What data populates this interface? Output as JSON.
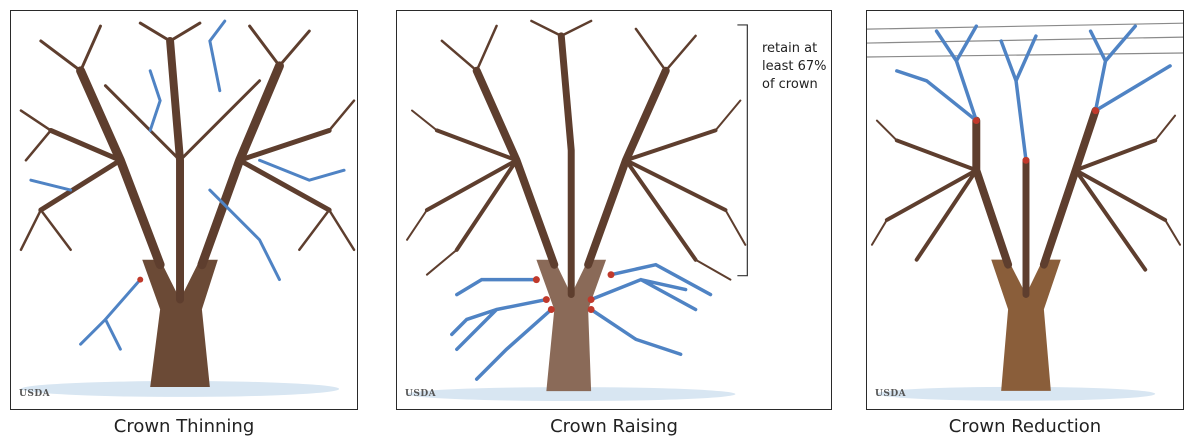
{
  "panels": [
    {
      "caption": "Crown Thinning",
      "credit": "USDA"
    },
    {
      "caption": "Crown Raising",
      "credit": "USDA",
      "note": "retain at least 67% of crown"
    },
    {
      "caption": "Crown Reduction",
      "credit": "USDA"
    }
  ],
  "colors": {
    "trunk": "#6b4a36",
    "branch": "#5e3e2e",
    "removed_branch": "#4f83c4",
    "cut_mark": "#c0392b",
    "ground": "#d8e6f2"
  }
}
